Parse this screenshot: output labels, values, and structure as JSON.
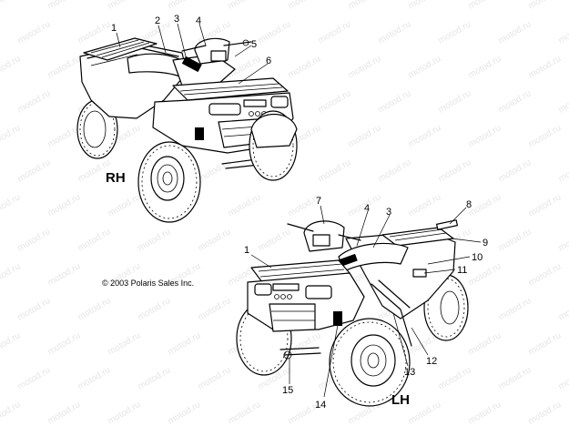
{
  "watermark": "motod.ru",
  "copyright": "© 2003 Polaris Sales Inc.",
  "views": {
    "rh": {
      "label": "RH",
      "callouts": [
        "1",
        "2",
        "3",
        "4",
        "5",
        "6"
      ]
    },
    "lh": {
      "label": "LH",
      "callouts": [
        "7",
        "4",
        "3",
        "8",
        "9",
        "10",
        "11",
        "1",
        "12",
        "13",
        "14",
        "15"
      ]
    }
  },
  "colors": {
    "line": "#000000",
    "background": "#ffffff",
    "watermark": "#e6e6e6"
  }
}
